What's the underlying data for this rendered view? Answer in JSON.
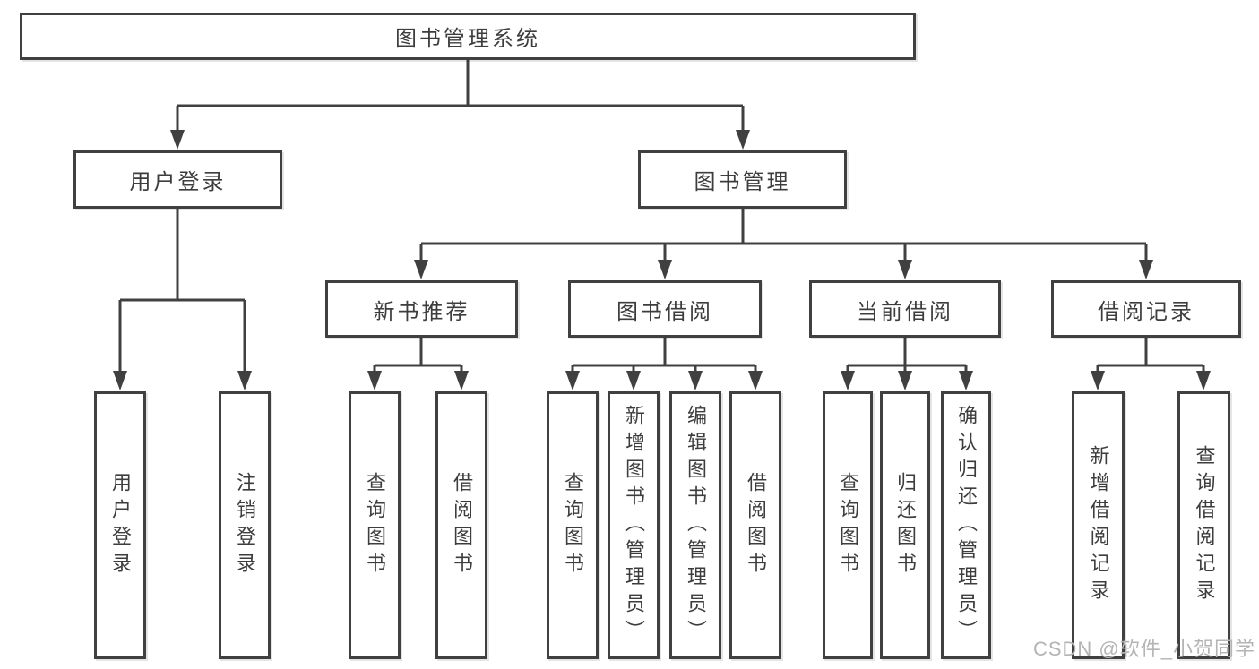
{
  "colors": {
    "line": "#404040",
    "box_border": "#404040",
    "box_background": "#ffffff",
    "text": "#3d3d3d",
    "watermark": "#b4b4b4"
  },
  "tree": {
    "root": {
      "label": "图书管理系统",
      "children": [
        {
          "label": "用户登录",
          "children": [
            {
              "label": "用户登录"
            },
            {
              "label": "注销登录"
            }
          ]
        },
        {
          "label": "图书管理",
          "children": [
            {
              "label": "新书推荐",
              "children": [
                {
                  "label": "查询图书"
                },
                {
                  "label": "借阅图书"
                }
              ]
            },
            {
              "label": "图书借阅",
              "children": [
                {
                  "label": "查询图书"
                },
                {
                  "label": "新增图书（管理员）"
                },
                {
                  "label": "编辑图书（管理员）"
                },
                {
                  "label": "借阅图书"
                }
              ]
            },
            {
              "label": "当前借阅",
              "children": [
                {
                  "label": "查询图书"
                },
                {
                  "label": "归还图书"
                },
                {
                  "label": "确认归还（管理员）"
                }
              ]
            },
            {
              "label": "借阅记录",
              "children": [
                {
                  "label": "新增借阅记录"
                },
                {
                  "label": "查询借阅记录"
                }
              ]
            }
          ]
        }
      ]
    }
  },
  "watermark": {
    "text": "CSDN @软件_小贺同学"
  }
}
